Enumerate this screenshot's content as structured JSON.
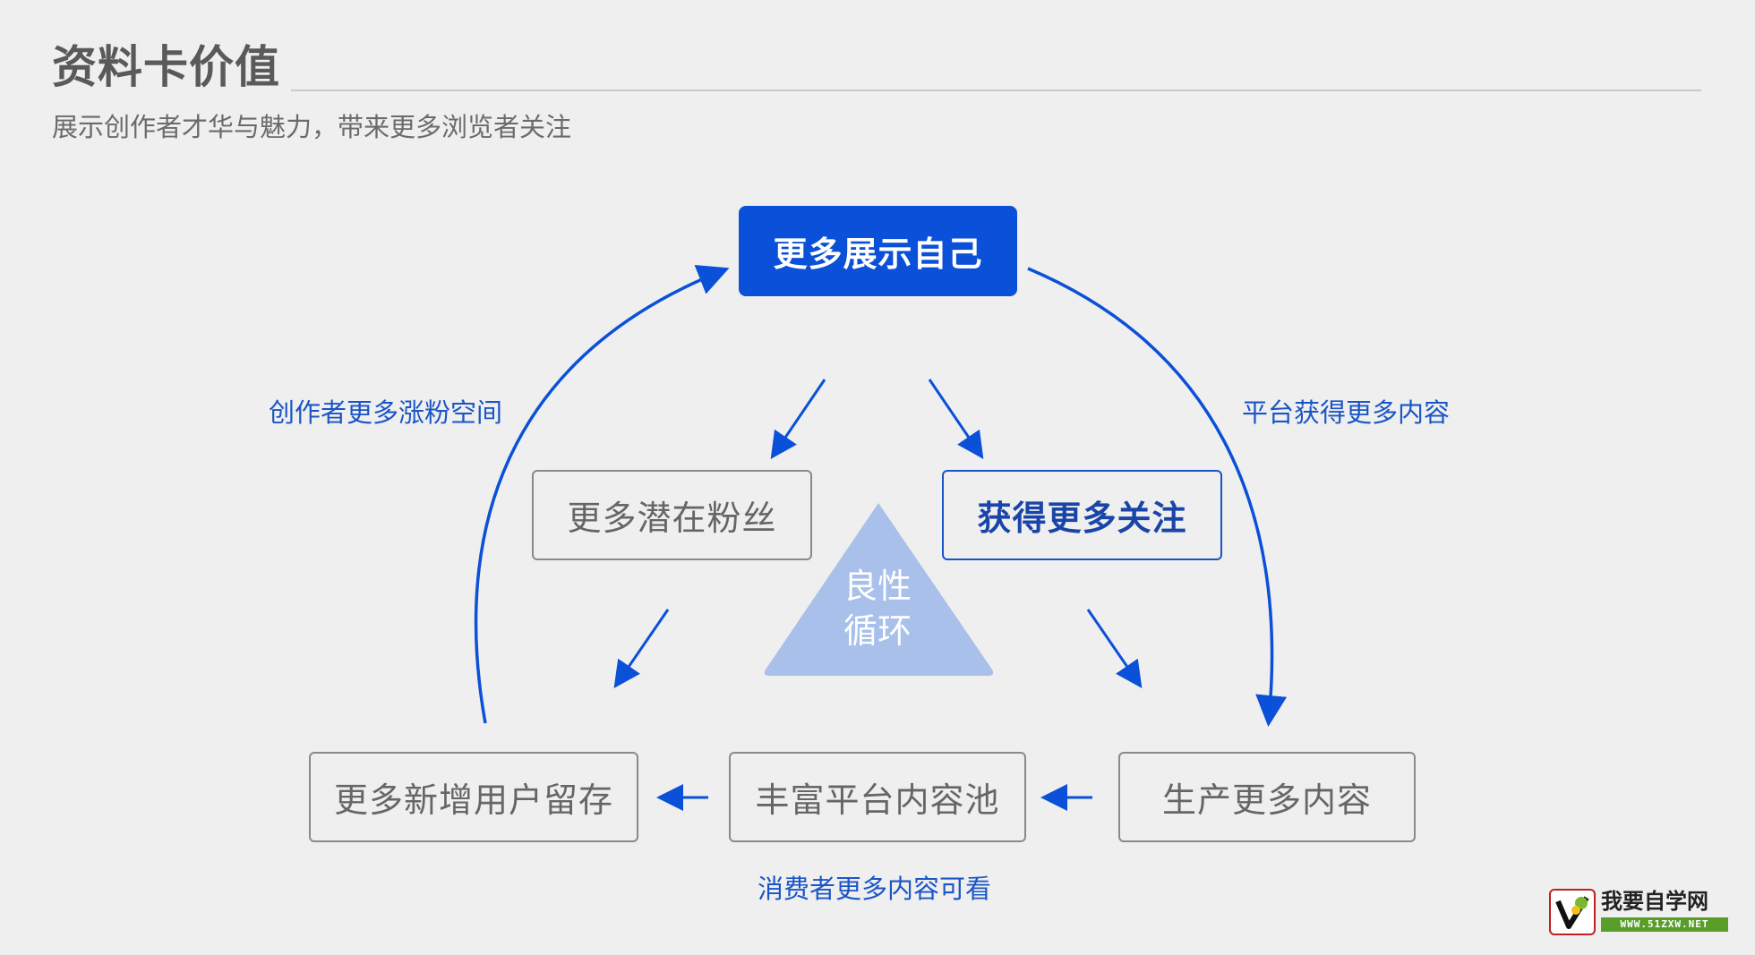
{
  "header": {
    "title": "资料卡价值",
    "subtitle": "展示创作者才华与魅力，带来更多浏览者关注"
  },
  "nodes": {
    "top": "更多展示自己",
    "potential_fans": "更多潜在粉丝",
    "more_follows": "获得更多关注",
    "retention": "更多新增用户留存",
    "content_pool": "丰富平台内容池",
    "produce": "生产更多内容"
  },
  "center": {
    "line1": "良性",
    "line2": "循环"
  },
  "edge_labels": {
    "left": "创作者更多涨粉空间",
    "right": "平台获得更多内容",
    "bottom": "消费者更多内容可看"
  },
  "logo": {
    "name": "我要自学网",
    "url": "WWW.51ZXW.NET"
  },
  "colors": {
    "primary": "#0b50d8",
    "accent": "#1a55c7",
    "triangle": "#a9c0ea",
    "background": "#efefef"
  }
}
